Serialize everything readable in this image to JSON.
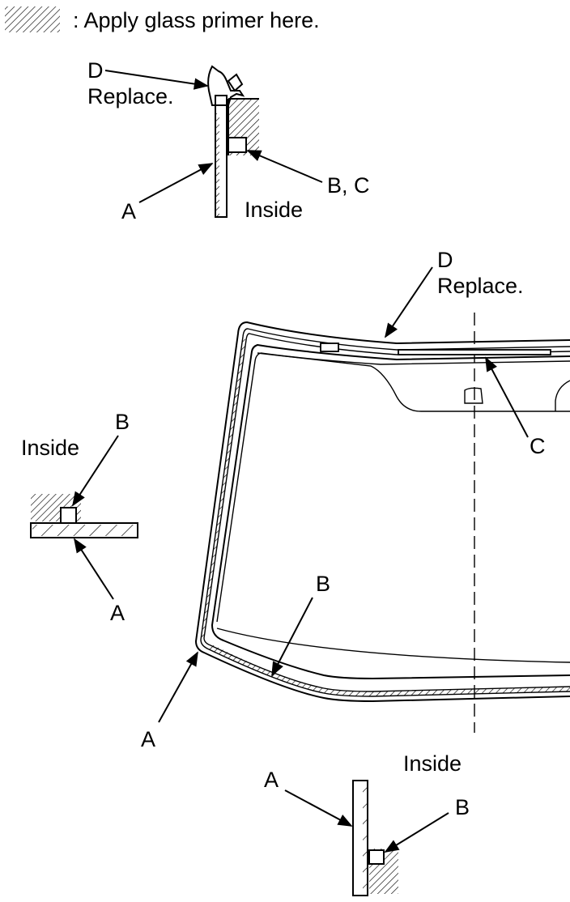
{
  "legend": {
    "text": ": Apply glass primer here.",
    "swatch_icon": "diagonal-hatch-swatch"
  },
  "detail_top": {
    "label_d": "D",
    "label_replace": "Replace.",
    "label_a": "A",
    "label_bc": "B, C",
    "label_inside": "Inside"
  },
  "detail_left": {
    "label_inside": "Inside",
    "label_b": "B",
    "label_a": "A"
  },
  "main_view": {
    "label_d": "D",
    "label_replace": "Replace.",
    "label_c": "C",
    "label_b": "B",
    "label_a": "A"
  },
  "detail_bottom": {
    "label_inside": "Inside",
    "label_a": "A",
    "label_b": "B"
  },
  "colors": {
    "ink": "#000000",
    "paper": "#ffffff"
  }
}
